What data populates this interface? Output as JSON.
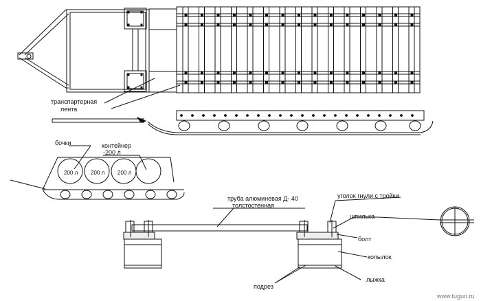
{
  "labels": {
    "transport_belt_line1": "транспартерная",
    "transport_belt_line2": "лента",
    "barrels": "бочки",
    "container_line1": "контейнер",
    "container_line2": "-200 л",
    "barrel_volume": "200 л",
    "pipe_line1": "труба алюминевая Д- 40",
    "pipe_line2": "толстостенная",
    "corner": "уголок гнули с тройки",
    "stud": "шпилька",
    "bolt": "болт",
    "block": "копылок",
    "ski": "лыжка",
    "undercut": "подрез"
  },
  "watermark": "www.tugun.ru",
  "colors": {
    "line": "#111111",
    "background": "#ffffff",
    "watermark": "#777777"
  }
}
